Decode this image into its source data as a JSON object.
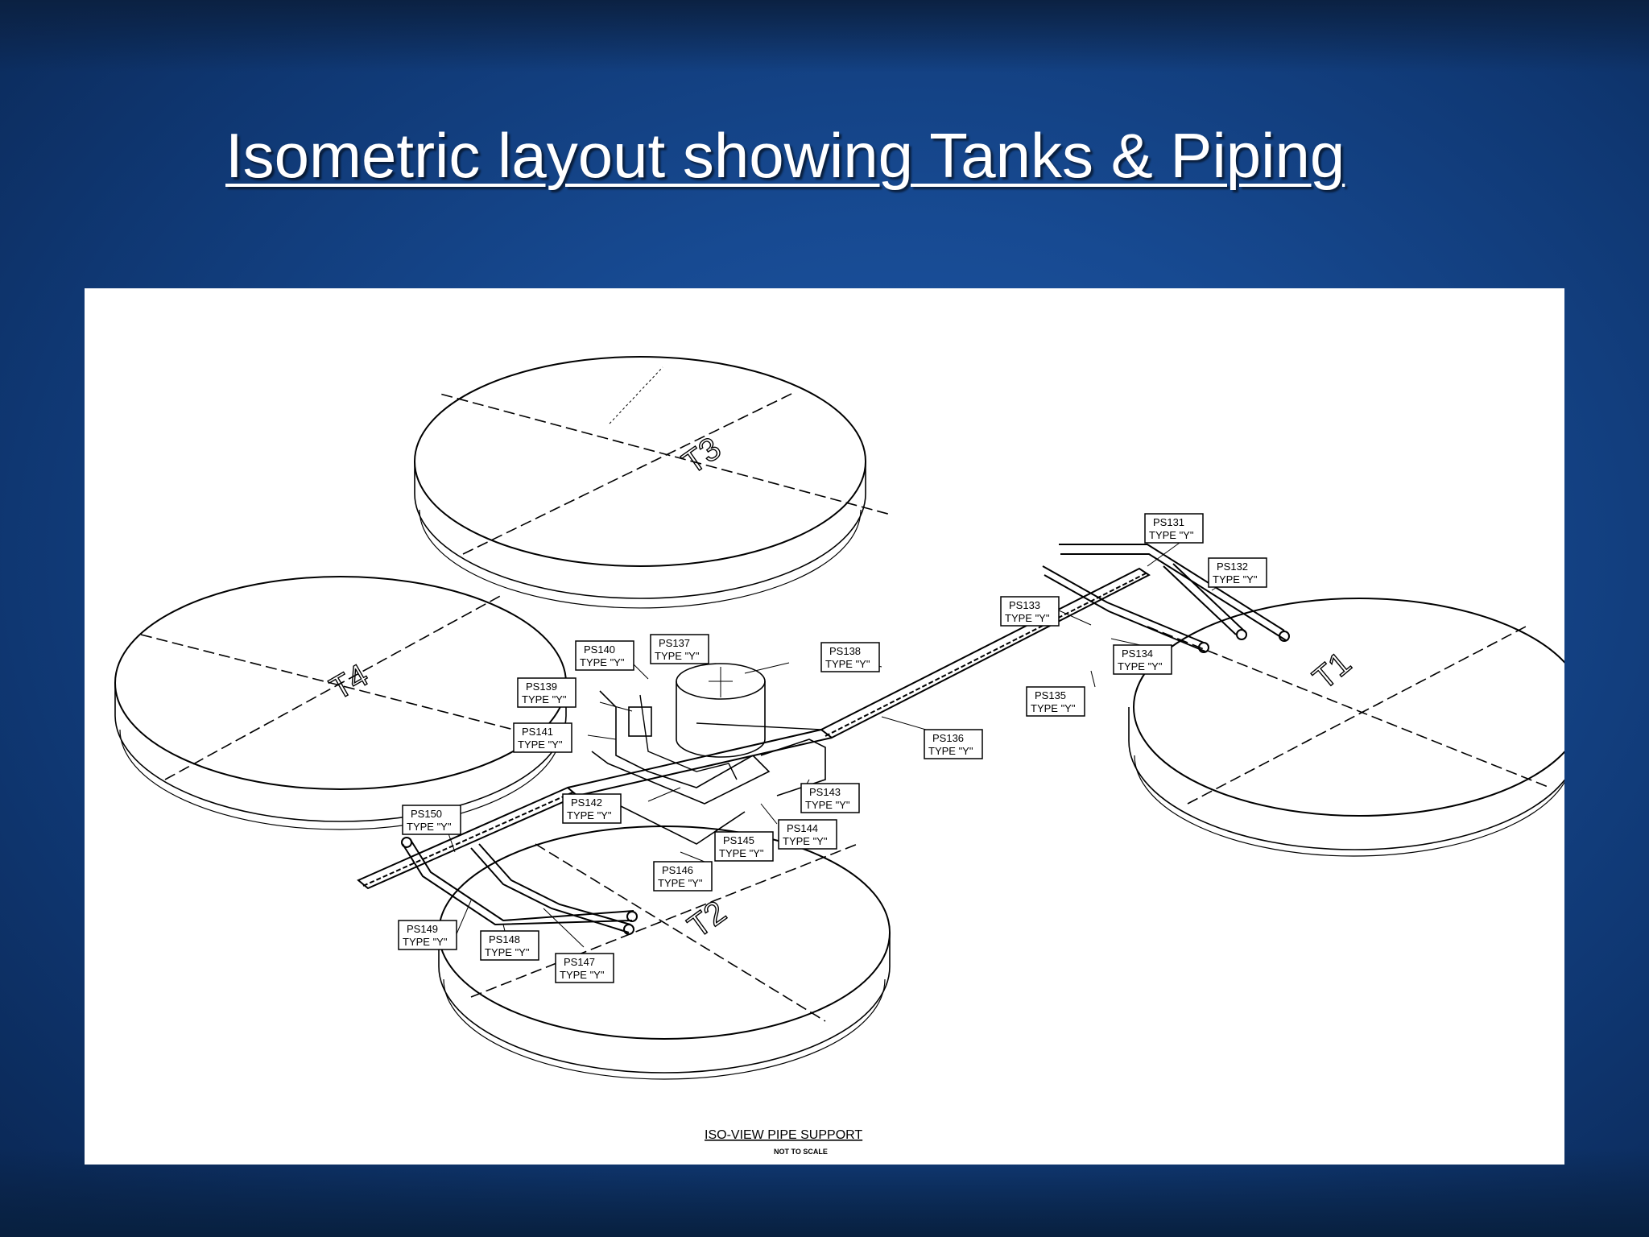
{
  "slide": {
    "title": "Isometric layout showing Tanks & Piping"
  },
  "drawing": {
    "caption": "ISO-VIEW PIPE SUPPORT",
    "subcaption": "NOT TO SCALE",
    "tanks": [
      {
        "id": "t1",
        "label": "T1"
      },
      {
        "id": "t2",
        "label": "T2"
      },
      {
        "id": "t3",
        "label": "T3"
      },
      {
        "id": "t4",
        "label": "T4"
      }
    ],
    "pipe_supports": [
      {
        "id": "ps131",
        "tag": "PS131",
        "type": "TYPE \"Y\""
      },
      {
        "id": "ps132",
        "tag": "PS132",
        "type": "TYPE \"Y\""
      },
      {
        "id": "ps133",
        "tag": "PS133",
        "type": "TYPE \"Y\""
      },
      {
        "id": "ps134",
        "tag": "PS134",
        "type": "TYPE \"Y\""
      },
      {
        "id": "ps135",
        "tag": "PS135",
        "type": "TYPE \"Y\""
      },
      {
        "id": "ps136",
        "tag": "PS136",
        "type": "TYPE \"Y\""
      },
      {
        "id": "ps137",
        "tag": "PS137",
        "type": "TYPE \"Y\""
      },
      {
        "id": "ps138",
        "tag": "PS138",
        "type": "TYPE \"Y\""
      },
      {
        "id": "ps139",
        "tag": "PS139",
        "type": "TYPE \"Y\""
      },
      {
        "id": "ps140",
        "tag": "PS140",
        "type": "TYPE \"Y\""
      },
      {
        "id": "ps141",
        "tag": "PS141",
        "type": "TYPE \"Y\""
      },
      {
        "id": "ps142",
        "tag": "PS142",
        "type": "TYPE \"Y\""
      },
      {
        "id": "ps143",
        "tag": "PS143",
        "type": "TYPE \"Y\""
      },
      {
        "id": "ps144",
        "tag": "PS144",
        "type": "TYPE \"Y\""
      },
      {
        "id": "ps145",
        "tag": "PS145",
        "type": "TYPE \"Y\""
      },
      {
        "id": "ps146",
        "tag": "PS146",
        "type": "TYPE \"Y\""
      },
      {
        "id": "ps147",
        "tag": "PS147",
        "type": "TYPE \"Y\""
      },
      {
        "id": "ps148",
        "tag": "PS148",
        "type": "TYPE \"Y\""
      },
      {
        "id": "ps149",
        "tag": "PS149",
        "type": "TYPE \"Y\""
      },
      {
        "id": "ps150",
        "tag": "PS150",
        "type": "TYPE \"Y\""
      }
    ]
  },
  "colors": {
    "background": "#174a92",
    "title_text": "#ffffff",
    "drawing_ink": "#000000",
    "panel": "#ffffff"
  }
}
